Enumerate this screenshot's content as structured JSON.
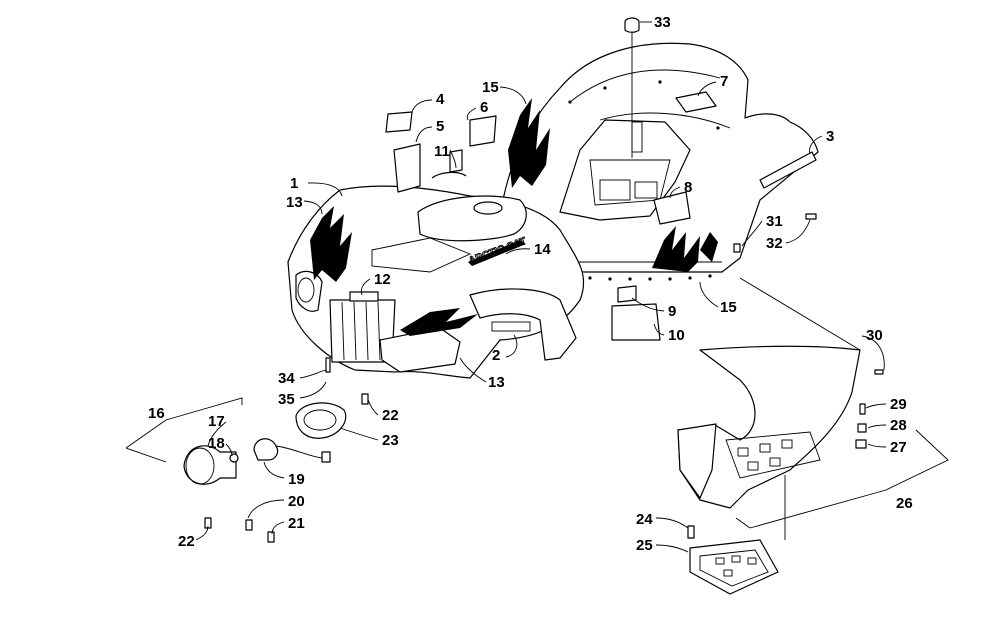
{
  "diagram": {
    "callouts": [
      "1",
      "2",
      "3",
      "4",
      "5",
      "6",
      "7",
      "8",
      "9",
      "10",
      "11",
      "12",
      "13",
      "13",
      "14",
      "15",
      "15",
      "16",
      "17",
      "18",
      "19",
      "20",
      "21",
      "22",
      "22",
      "23",
      "24",
      "25",
      "26",
      "27",
      "28",
      "29",
      "30",
      "31",
      "32",
      "33",
      "34",
      "35"
    ]
  }
}
